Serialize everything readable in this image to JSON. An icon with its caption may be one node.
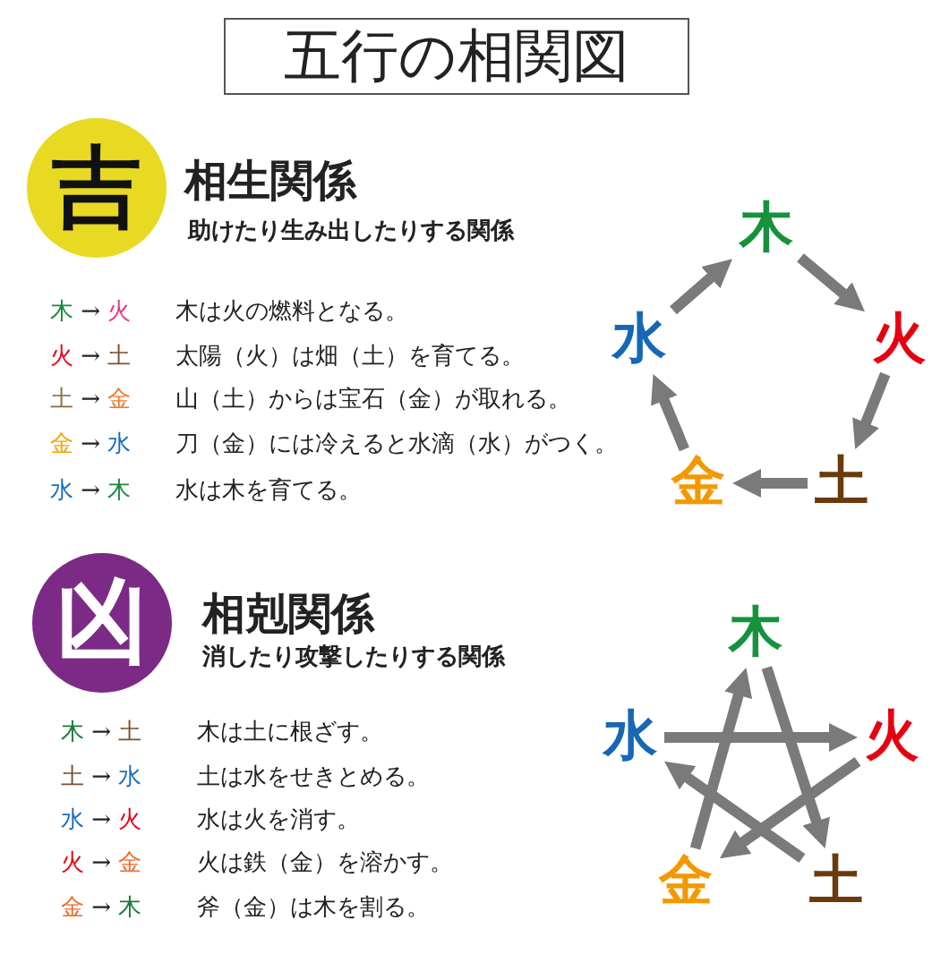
{
  "diagram": {
    "title": "五行の相関図",
    "nodes": [
      {
        "text": [
          "吉"
        ],
        "beside": [
          "相生関係",
          "助けたり生み出したりする関係"
        ]
      },
      {
        "text": [
          "木"
        ]
      },
      {
        "text": [
          "火"
        ]
      },
      {
        "text": [
          "土"
        ]
      },
      {
        "text": [
          "金"
        ]
      },
      {
        "text": [
          "水"
        ]
      },
      {
        "text": [
          "凶"
        ],
        "beside": [
          "相剋関係",
          "消したり攻撃したりする関係"
        ]
      },
      {
        "text": [
          "木"
        ]
      },
      {
        "text": [
          "火"
        ]
      },
      {
        "text": [
          "土"
        ]
      },
      {
        "text": [
          "金"
        ]
      },
      {
        "text": [
          "水"
        ]
      }
    ],
    "edges": [
      {
        "from": 1,
        "to": 2,
        "arrow": "to"
      },
      {
        "from": 2,
        "to": 3,
        "arrow": "to"
      },
      {
        "from": 3,
        "to": 4,
        "arrow": "to"
      },
      {
        "from": 4,
        "to": 5,
        "arrow": "to"
      },
      {
        "from": 5,
        "to": 1,
        "arrow": "to"
      },
      {
        "from": 7,
        "to": 9,
        "arrow": "to"
      },
      {
        "from": 9,
        "to": 11,
        "arrow": "to"
      },
      {
        "from": 11,
        "to": 8,
        "arrow": "to"
      },
      {
        "from": 8,
        "to": 10,
        "arrow": "to"
      },
      {
        "from": 10,
        "to": 7,
        "arrow": "to"
      }
    ],
    "labels": [
      "木 → 火",
      "木は火の燃料となる。",
      "火 → 土",
      "太陽（火）は畑（土）を育てる。",
      "土 → 金",
      "山（土）からは宝石（金）が取れる。",
      "金 → 水",
      "刀（金）には冷えると水滴（水）がつく。",
      "水 → 木",
      "水は木を育てる。",
      "木 → 土",
      "木は土に根ざす。",
      "土 → 水",
      "土は水をせきとめる。",
      "水 → 火",
      "水は火を消す。",
      "火 → 金",
      "火は鉄（金）を溶かす。",
      "金 → 木",
      "斧（金）は木を割る。"
    ]
  }
}
